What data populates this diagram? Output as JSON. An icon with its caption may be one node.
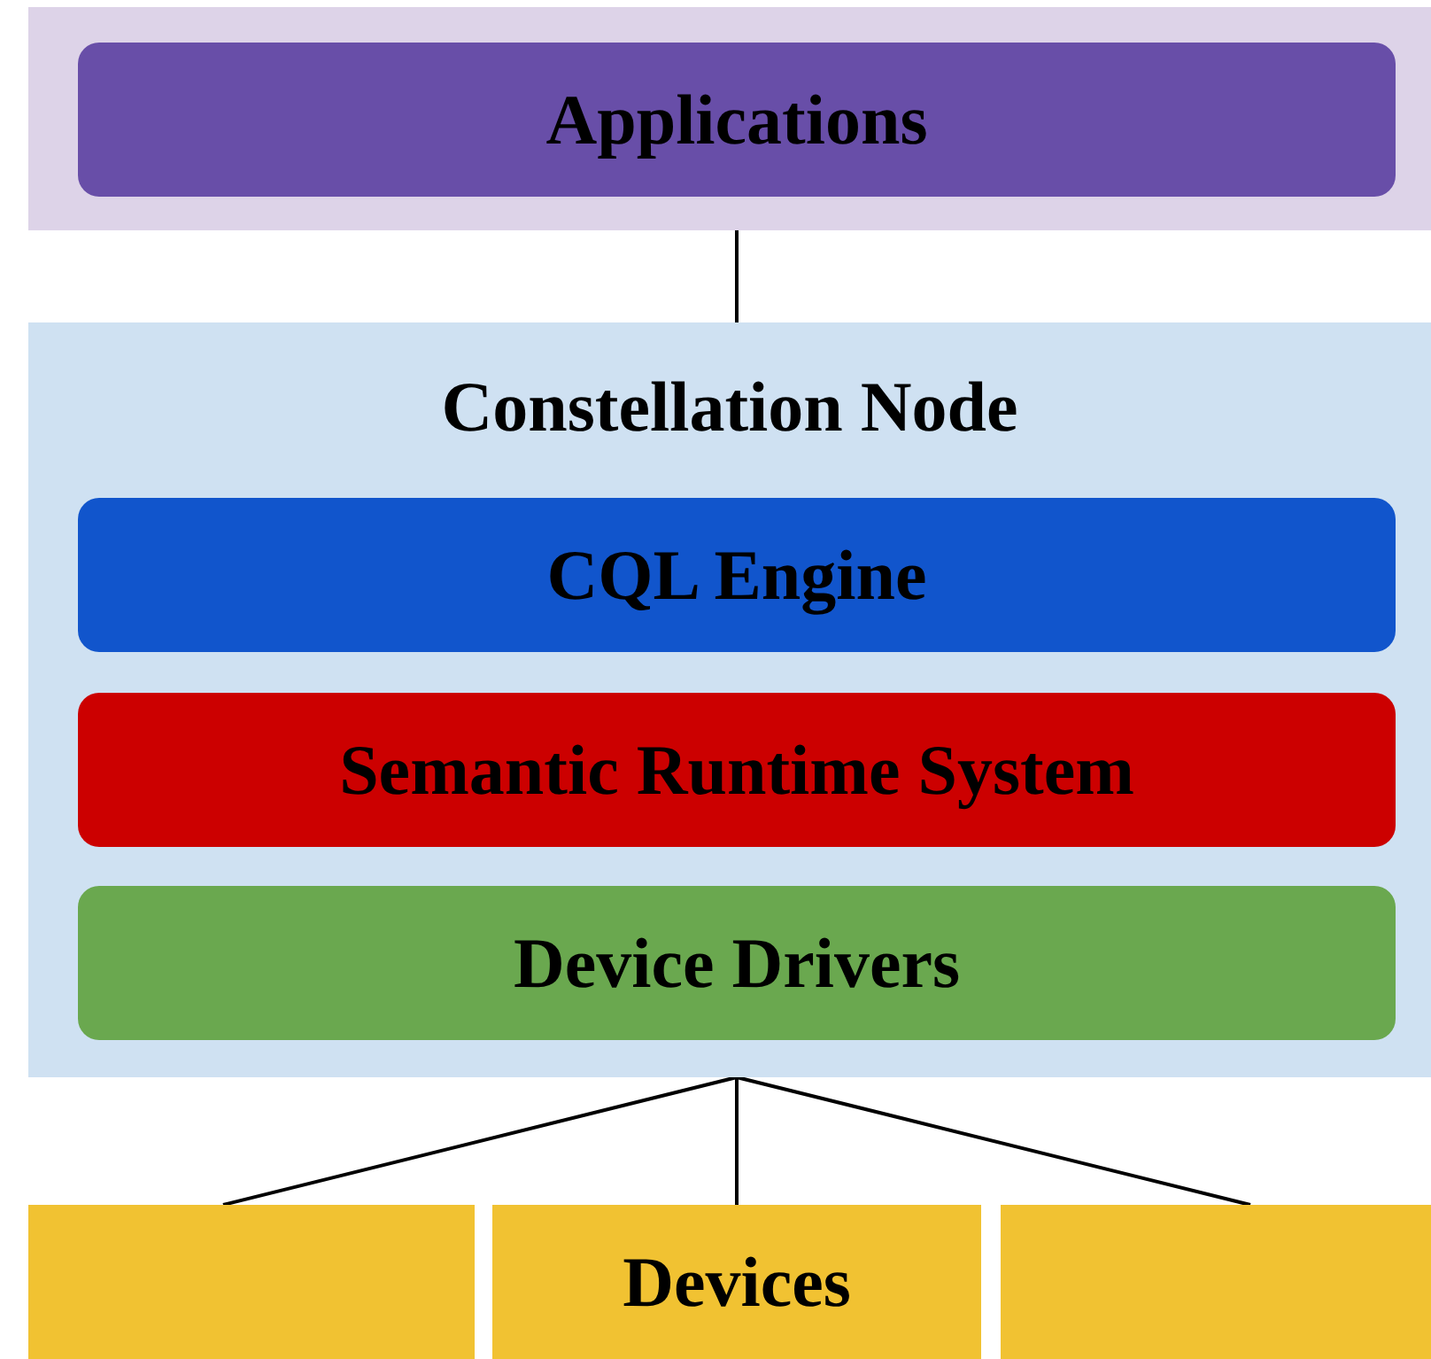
{
  "diagram": {
    "nodes": [
      {
        "text": [],
        "shape": "box"
      },
      {
        "text": [
          "Applications"
        ],
        "in": 0
      },
      {
        "text": [
          "Constellation Node"
        ]
      },
      {
        "text": [
          "CQL Engine"
        ],
        "in": 2
      },
      {
        "text": [
          "Semantic Runtime System"
        ],
        "in": 2
      },
      {
        "text": [
          "Device Drivers"
        ],
        "in": 2
      },
      {
        "text": [],
        "shape": "box"
      },
      {
        "text": [
          "Devices"
        ]
      },
      {
        "text": [],
        "shape": "box"
      }
    ],
    "edges": [
      {
        "from": 0,
        "to": 2,
        "arrow": "none"
      },
      {
        "from": 2,
        "to": 6,
        "arrow": "none"
      },
      {
        "from": 2,
        "to": 7,
        "arrow": "none"
      },
      {
        "from": 2,
        "to": 8,
        "arrow": "none"
      }
    ]
  }
}
